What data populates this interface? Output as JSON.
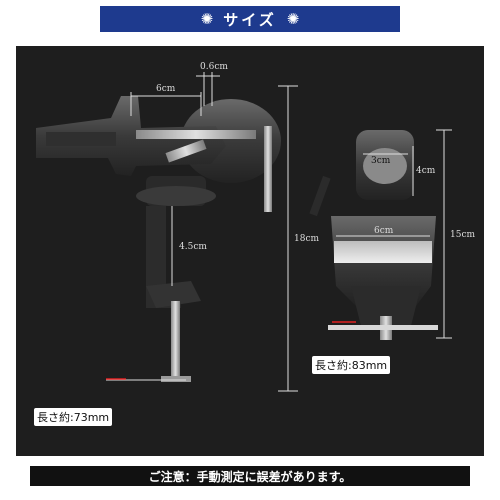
{
  "banner": {
    "title": "サイズ"
  },
  "dimensions": {
    "gap": "0.6cm",
    "jaw_width_side": "6cm",
    "clamp_depth": "4.5cm",
    "total_height": "18cm",
    "screw_diameter": "3cm",
    "head_height": "4cm",
    "jaw_width_front": "6cm",
    "front_height": "15cm"
  },
  "lengths": {
    "front_handle": "長さ約:83mm",
    "bottom_handle": "長さ約:73mm"
  },
  "footer": {
    "note": "ご注意：手動測定に誤差があります。"
  },
  "colors": {
    "banner_bg": "#1e3a8e",
    "photo_bg": "#1e1e1e",
    "footer_bg": "#111111",
    "measure_line": "#dddddd",
    "arrow_red": "#e02020"
  }
}
